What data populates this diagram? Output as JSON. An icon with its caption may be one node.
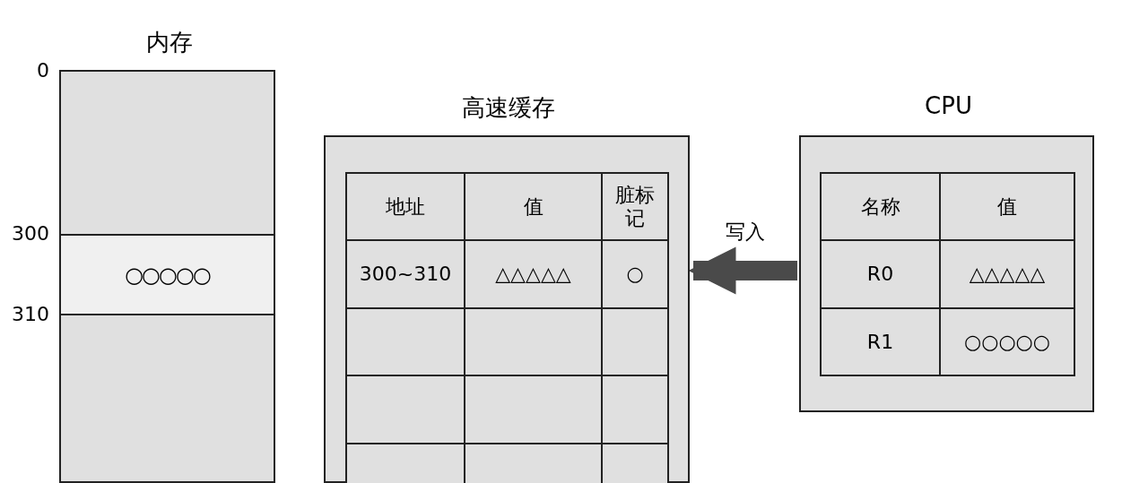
{
  "diagram": {
    "nodes": [
      {
        "text": [
          "内存"
        ]
      },
      {
        "text": [
          "○○○○○"
        ],
        "in": 0
      },
      {
        "text": [
          "高速缓存"
        ]
      },
      {
        "text": [
          "CPU"
        ]
      }
    ],
    "edges": [
      {
        "from": 3,
        "to": 2,
        "arrow": "to",
        "label": "写入"
      }
    ],
    "labels": [
      "0",
      "300",
      "310",
      "地址",
      "值",
      "脏标记",
      "300~310",
      "△△△△△",
      "○",
      "名称",
      "值",
      "R0",
      "△△△△△",
      "R1",
      "○○○○○"
    ]
  }
}
